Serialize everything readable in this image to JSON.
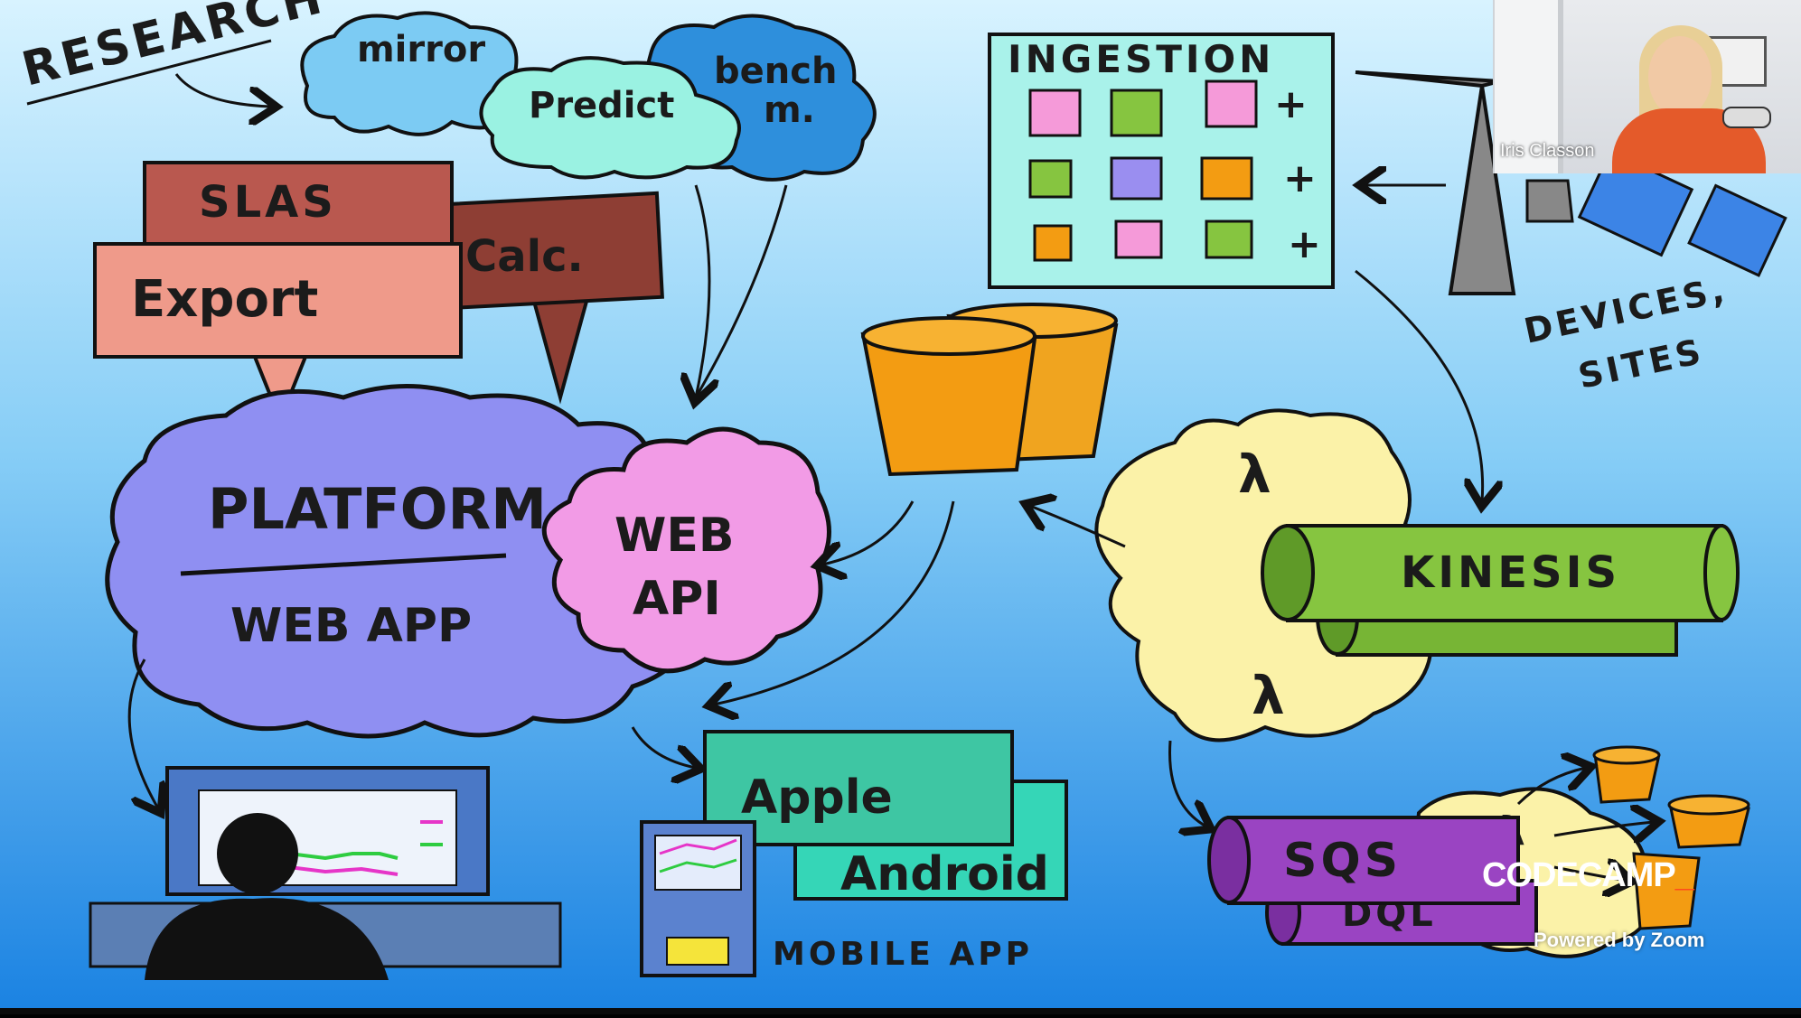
{
  "sketch": {
    "research": "RESEARCH",
    "mirror": "mirror",
    "predict": "Predict",
    "bench_line1": "bench",
    "bench_line2": "m.",
    "slas": "SLAS",
    "calc": "Calc.",
    "export": "Export",
    "platform": "PLATFORM",
    "web_app": "WEB APP",
    "web": "WEB",
    "api": "API",
    "ingestion": "INGESTION",
    "plus": "+",
    "devices_line1": "DEVICES,",
    "devices_line2": "SITES",
    "lambda": "λ",
    "kinesis": "KINESIS",
    "apple": "Apple",
    "android": "Android",
    "mobile_app": "MOBILE APP",
    "sqs": "SQS",
    "dql": "DQL"
  },
  "video": {
    "participant_name": "Iris Classon",
    "brand": "CODECAMP",
    "brand_dash": "_",
    "powered_by": "Powered by Zoom"
  },
  "colors": {
    "bg_top": "#d3f0ff",
    "bg_bottom": "#1a84e3",
    "platform": "#8f8ff2",
    "web_api": "#f29be6",
    "slas": "#b9584f",
    "export": "#ef9a8a",
    "calc": "#8e3e34",
    "ingestion": "#a9f2ea",
    "bucket": "#f3a017",
    "lambda_cloud": "#fbf2a8",
    "kinesis": "#86c540",
    "sqs": "#9a44c2",
    "apple": "#3ec6a3",
    "android": "#35d6b7",
    "device": "#3c84e6"
  }
}
